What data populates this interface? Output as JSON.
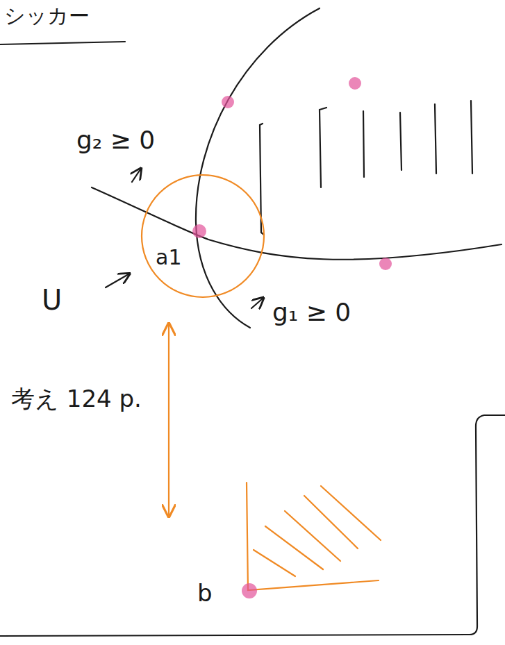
{
  "diagram": {
    "nodes": [
      {
        "text": [
          "a1"
        ]
      }
    ],
    "labels": [
      "シッカー",
      "g₂ ≥ 0",
      "U",
      "g₁ ≥ 0",
      "考え 124 p.",
      "b"
    ]
  }
}
